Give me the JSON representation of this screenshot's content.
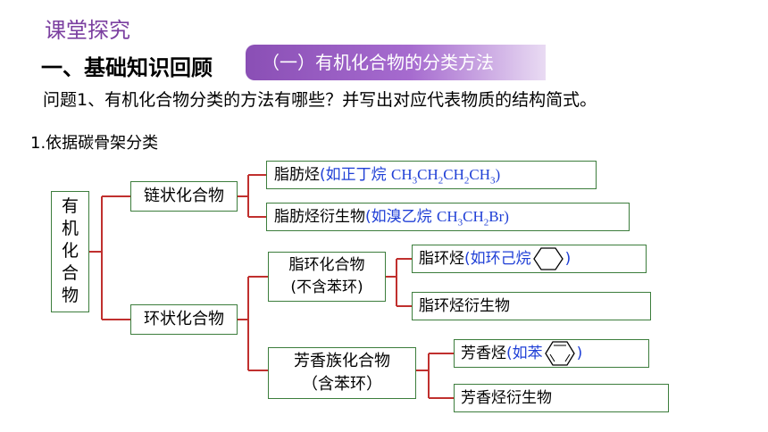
{
  "header": {
    "section_title": "课堂探究",
    "sub_title": "一、基础知识回顾",
    "banner": "（一）有机化合物的分类方法"
  },
  "question": "问题1、有机化合物分类的方法有哪些？并写出对应代表物质的结构简式。",
  "basis": "1.依据碳骨架分类",
  "tree": {
    "root_chars": [
      "有",
      "机",
      "化",
      "合",
      "物"
    ],
    "chain": {
      "label": "链状化合物",
      "aliphatic_hydrocarbon": {
        "label": "脂肪烃",
        "example_prefix": "(如正丁烷 "
      },
      "aliphatic_derivative": {
        "label": "脂肪烃衍生物",
        "example_prefix": "(如溴乙烷 ",
        "formula": "CH₃CH₂Br)"
      }
    },
    "ring": {
      "label": "环状化合物",
      "alicyclic": {
        "label_line1": "脂环化合物",
        "label_line2": "(不含苯环)",
        "hydrocarbon": {
          "label": "脂环烃",
          "example_prefix": "(如环己烷",
          "close": ")"
        },
        "derivative": {
          "label": "脂环烃衍生物"
        }
      },
      "aromatic": {
        "label_line1": "芳香族化合物",
        "label_line2": "（含苯环）",
        "hydrocarbon": {
          "label": "芳香烃",
          "example_prefix": "(如苯",
          "close": ")"
        },
        "derivative": {
          "label": "芳香烃衍生物"
        }
      }
    }
  },
  "colors": {
    "purple": "#7b3fa0",
    "blue": "#1f3fd6",
    "connector": "#c0302e",
    "box_border": "#3c7d3c"
  }
}
